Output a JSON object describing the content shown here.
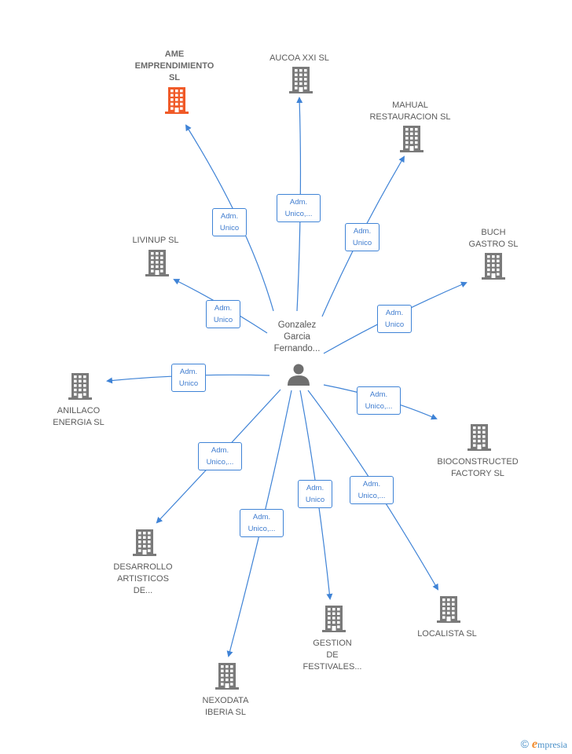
{
  "center": {
    "name": "Gonzalez\nGarcia\nFernando..."
  },
  "companies": [
    {
      "id": "ame",
      "name": "AME\nEMPRENDIMIENTO\nSL",
      "highlight": true
    },
    {
      "id": "aucoa",
      "name": "AUCOA XXI  SL",
      "highlight": false
    },
    {
      "id": "mahual",
      "name": "MAHUAL\nRESTAURACION SL",
      "highlight": false
    },
    {
      "id": "buch",
      "name": "BUCH\nGASTRO  SL",
      "highlight": false
    },
    {
      "id": "livinup",
      "name": "LIVINUP  SL",
      "highlight": false
    },
    {
      "id": "anillaco",
      "name": "ANILLACO\nENERGIA  SL",
      "highlight": false
    },
    {
      "id": "bioconstructed",
      "name": "BIOCONSTRUCTED\nFACTORY  SL",
      "highlight": false
    },
    {
      "id": "desarrollo",
      "name": "DESARROLLO\nARTISTICOS\nDE...",
      "highlight": false
    },
    {
      "id": "localista",
      "name": "LOCALISTA  SL",
      "highlight": false
    },
    {
      "id": "gestion",
      "name": "GESTION\nDE\nFESTIVALES...",
      "highlight": false
    },
    {
      "id": "nexodata",
      "name": "NEXODATA\nIBERIA  SL",
      "highlight": false
    }
  ],
  "edges": [
    {
      "to": "ame",
      "label": "Adm.\nUnico"
    },
    {
      "to": "aucoa",
      "label": "Adm.\nUnico,..."
    },
    {
      "to": "mahual",
      "label": "Adm.\nUnico"
    },
    {
      "to": "buch",
      "label": "Adm.\nUnico"
    },
    {
      "to": "livinup",
      "label": "Adm.\nUnico"
    },
    {
      "to": "anillaco",
      "label": "Adm.\nUnico"
    },
    {
      "to": "bioconstructed",
      "label": "Adm.\nUnico,..."
    },
    {
      "to": "desarrollo",
      "label": "Adm.\nUnico,..."
    },
    {
      "to": "localista",
      "label": "Adm.\nUnico,..."
    },
    {
      "to": "gestion",
      "label": "Adm.\nUnico"
    },
    {
      "to": "nexodata",
      "label": "Adm.\nUnico,..."
    }
  ],
  "colors": {
    "edge": "#3f83d6",
    "building": "#7a7a7a",
    "building_highlight": "#f05a28",
    "person": "#6f6f6f"
  },
  "icons": {
    "center": "person-icon",
    "company": "building-icon"
  },
  "footer": {
    "copyright": "©",
    "brand_initial": "e",
    "brand_rest": "mpresia"
  }
}
